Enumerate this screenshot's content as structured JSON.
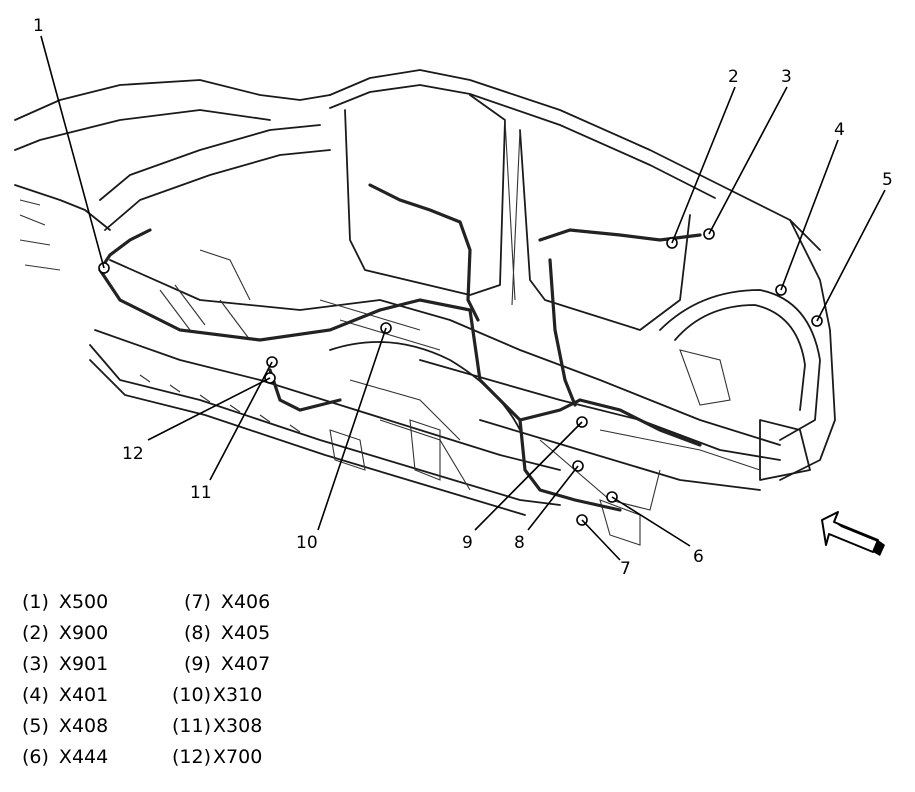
{
  "callouts": [
    "1",
    "2",
    "3",
    "4",
    "5",
    "6",
    "7",
    "8",
    "9",
    "10",
    "11",
    "12"
  ],
  "legend": {
    "left": [
      {
        "num": "(1)",
        "code": "X500"
      },
      {
        "num": "(2)",
        "code": "X900"
      },
      {
        "num": "(3)",
        "code": "X901"
      },
      {
        "num": "(4)",
        "code": "X401"
      },
      {
        "num": "(5)",
        "code": "X408"
      },
      {
        "num": "(6)",
        "code": "X444"
      }
    ],
    "right": [
      {
        "num": "(7)",
        "code": "X406"
      },
      {
        "num": "(8)",
        "code": "X405"
      },
      {
        "num": "(9)",
        "code": "X407"
      },
      {
        "num": "(10)",
        "code": "X310"
      },
      {
        "num": "(11)",
        "code": "X308"
      },
      {
        "num": "(12)",
        "code": "X700"
      }
    ]
  },
  "icons": {
    "direction_arrow": "front-direction-arrow-icon"
  }
}
